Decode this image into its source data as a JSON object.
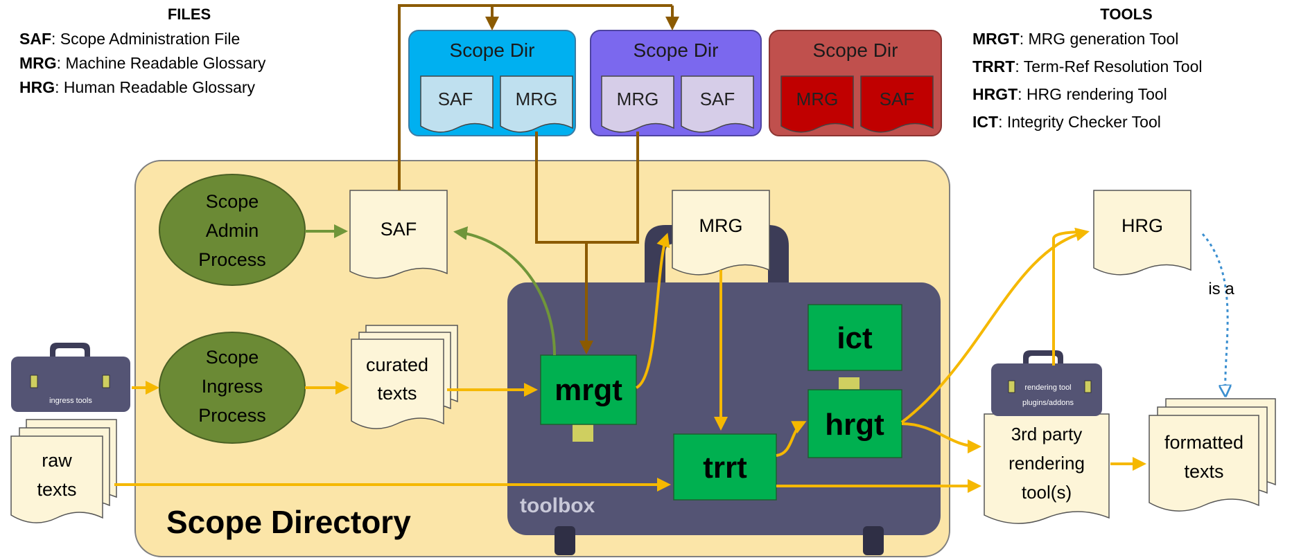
{
  "files_legend": {
    "heading": "FILES",
    "items": [
      {
        "abbr": "SAF",
        "text": ": Scope Administration File"
      },
      {
        "abbr": "MRG",
        "text": ": Machine Readable Glossary"
      },
      {
        "abbr": "HRG",
        "text": ": Human Readable Glossary"
      }
    ]
  },
  "tools_legend": {
    "heading": "TOOLS",
    "items": [
      {
        "abbr": "MRGT",
        "text": ": MRG generation Tool"
      },
      {
        "abbr": "TRRT",
        "text": ": Term-Ref Resolution Tool"
      },
      {
        "abbr": "HRGT",
        "text": ": HRG rendering Tool"
      },
      {
        "abbr": "ICT",
        "text": ": Integrity Checker Tool"
      }
    ]
  },
  "scope_dirs": [
    {
      "title": "Scope Dir",
      "docs": [
        "SAF",
        "MRG"
      ],
      "color": "#00b0f0"
    },
    {
      "title": "Scope Dir",
      "docs": [
        "MRG",
        "SAF"
      ],
      "color": "#7b68ee"
    },
    {
      "title": "Scope Dir",
      "docs": [
        "MRG",
        "SAF"
      ],
      "color": "#c0504d"
    }
  ],
  "scope_directory": {
    "label": "Scope Directory",
    "color": "#fbe5a8"
  },
  "processes": {
    "admin": [
      "Scope",
      "Admin",
      "Process"
    ],
    "ingress": [
      "Scope",
      "Ingress",
      "Process"
    ]
  },
  "documents": {
    "saf": "SAF",
    "mrg": "MRG",
    "hrg": "HRG",
    "curated": [
      "curated",
      "texts"
    ],
    "raw": [
      "raw",
      "texts"
    ],
    "third_party": [
      "3rd party",
      "rendering",
      "tool(s)"
    ],
    "formatted": [
      "formatted",
      "texts"
    ]
  },
  "toolbox": {
    "label": "toolbox",
    "tools": {
      "mrgt": "mrgt",
      "trrt": "trrt",
      "ict": "ict",
      "hrgt": "hrgt"
    }
  },
  "small_toolboxes": {
    "ingress": "ingress tools",
    "rendering": [
      "rendering tool",
      "plugins/addons"
    ]
  },
  "relation_label": "is a",
  "colors": {
    "arrow_orange": "#f5b800",
    "arrow_brown": "#8b5a00",
    "arrow_green": "#70963a",
    "tool_green": "#00b050",
    "process_green": "#6b8a35",
    "toolbox_purple": "#545474",
    "doc_fill": "#fdf5d8"
  }
}
